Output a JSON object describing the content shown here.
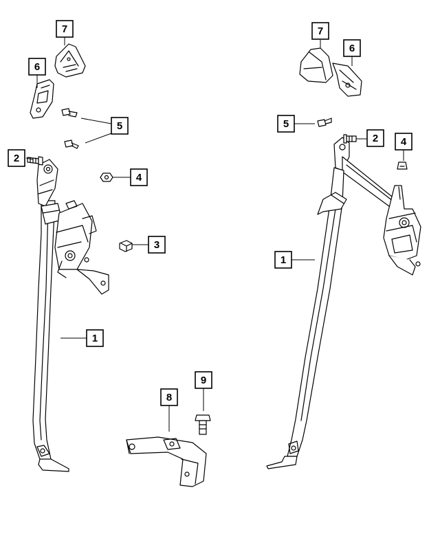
{
  "callouts": [
    {
      "id": "callout-7-left",
      "label": "7"
    },
    {
      "id": "callout-6-left",
      "label": "6"
    },
    {
      "id": "callout-5-left",
      "label": "5"
    },
    {
      "id": "callout-2-left",
      "label": "2"
    },
    {
      "id": "callout-4-left",
      "label": "4"
    },
    {
      "id": "callout-3-left",
      "label": "3"
    },
    {
      "id": "callout-1-left",
      "label": "1"
    },
    {
      "id": "callout-8",
      "label": "8"
    },
    {
      "id": "callout-9",
      "label": "9"
    },
    {
      "id": "callout-7-right",
      "label": "7"
    },
    {
      "id": "callout-6-right",
      "label": "6"
    },
    {
      "id": "callout-5-right",
      "label": "5"
    },
    {
      "id": "callout-2-right",
      "label": "2"
    },
    {
      "id": "callout-4-right",
      "label": "4"
    },
    {
      "id": "callout-1-right",
      "label": "1"
    }
  ],
  "colors": {
    "line": "#000000",
    "paper": "#ffffff",
    "shade": "#d9d9d9"
  }
}
